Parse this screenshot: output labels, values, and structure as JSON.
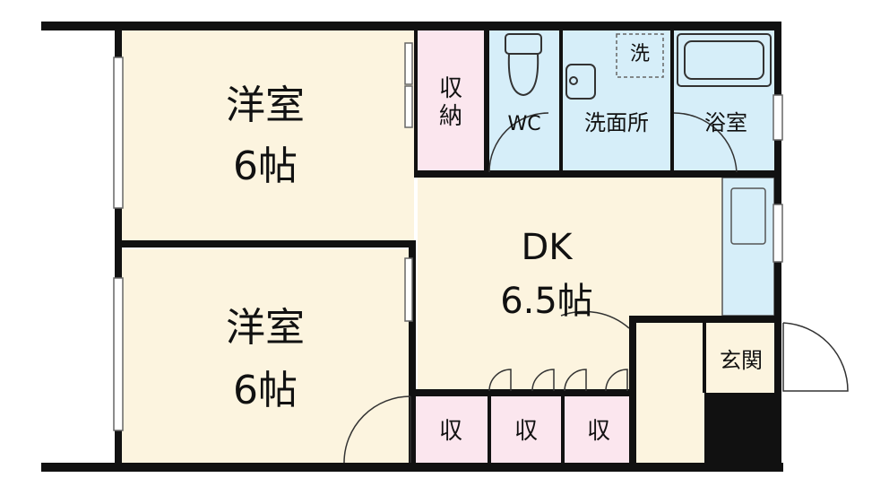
{
  "floorplan": {
    "rooms": {
      "western_room_1": {
        "name": "洋室",
        "size": "6帖"
      },
      "western_room_2": {
        "name": "洋室",
        "size": "6帖"
      },
      "dk": {
        "name": "DK",
        "size": "6.5帖"
      },
      "closet_tall": {
        "name": "収\n納"
      },
      "wc": {
        "name": "WC"
      },
      "washroom": {
        "name": "洗面所"
      },
      "washer": {
        "name": "洗"
      },
      "bath": {
        "name": "浴室"
      },
      "entrance": {
        "name": "玄関"
      },
      "storage_1": {
        "name": "収"
      },
      "storage_2": {
        "name": "収"
      },
      "storage_3": {
        "name": "収"
      }
    },
    "colors": {
      "wall": "#111111",
      "room": "#fcf4df",
      "wet": "#d6eef9",
      "closet": "#fbe6ee",
      "balcony": "#ffffff"
    }
  }
}
